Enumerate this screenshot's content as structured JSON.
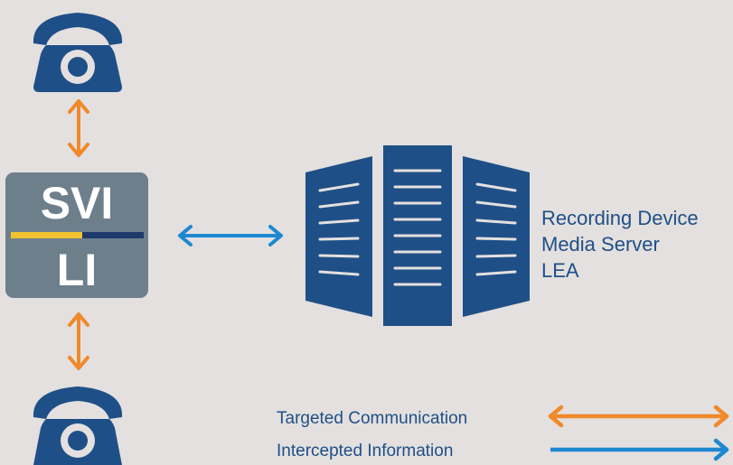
{
  "device": {
    "top_label": "SVI",
    "bottom_label": "LI",
    "colors": {
      "box": "#6e7f8c",
      "accent_yellow": "#f2c230",
      "accent_navy": "#1d3a6b"
    }
  },
  "destinations": [
    "Recording Device",
    "Media Server",
    "LEA"
  ],
  "legend": {
    "targeted": "Targeted Communication",
    "intercepted": "Intercepted Information"
  },
  "colors": {
    "background": "#e3e0df",
    "navy": "#1f4f87",
    "orange": "#f0892a",
    "blue": "#1e88d1"
  },
  "icons": [
    "phone-icon",
    "phone-icon",
    "server-rack-icon"
  ]
}
